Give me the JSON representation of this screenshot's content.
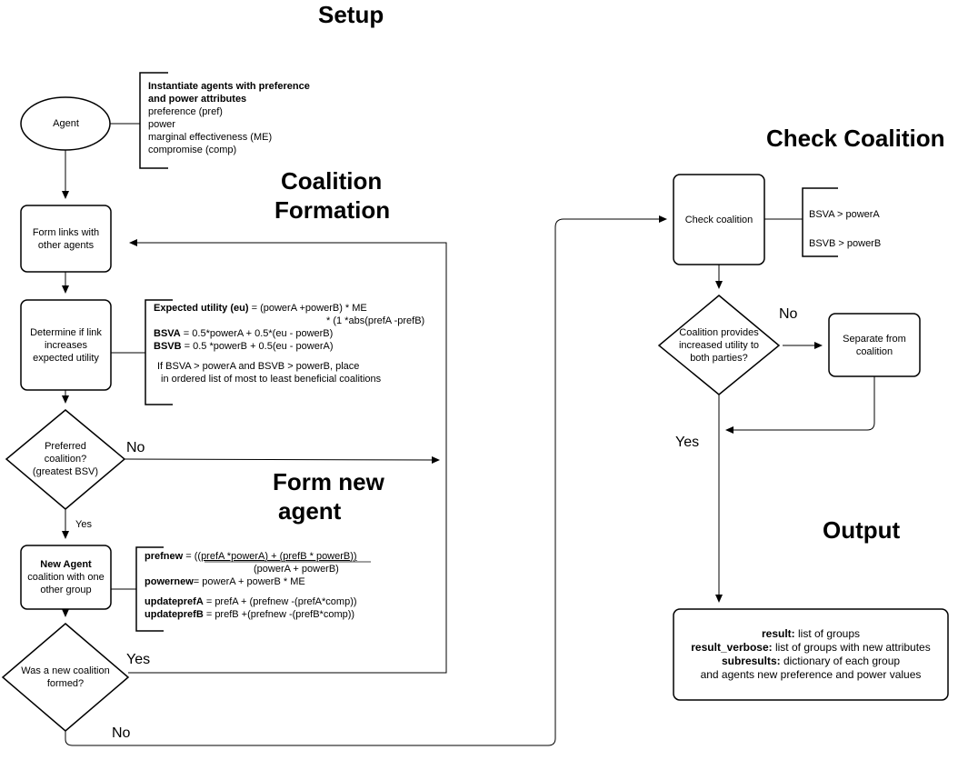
{
  "headings": {
    "setup": "Setup",
    "coalition_formation_1": "Coalition",
    "coalition_formation_2": "Formation",
    "form_new_agent_1": "Form new",
    "form_new_agent_2": "agent",
    "check_coalition": "Check Coalition",
    "output": "Output"
  },
  "nodes": {
    "agent": "Agent",
    "form_links_1": "Form links with",
    "form_links_2": "other agents",
    "determine_1": "Determine if link",
    "determine_2": "increases",
    "determine_3": "expected utility",
    "preferred_1": "Preferred",
    "preferred_2": "coalition?",
    "preferred_3": "(greatest BSV)",
    "new_agent_title": "New Agent",
    "new_agent_1": "coalition with one",
    "new_agent_2": "other group",
    "new_coalition_1": "Was a new coalition",
    "new_coalition_2": "formed?",
    "check_coalition": "Check coalition",
    "increased_utility_1": "Coalition provides",
    "increased_utility_2": "increased utility to",
    "increased_utility_3": "both parties?",
    "separate_1": "Separate from",
    "separate_2": "coalition"
  },
  "edge_labels": {
    "no_preferred": "No",
    "yes_preferred": "Yes",
    "yes_new_coalition": "Yes",
    "no_new_coalition": "No",
    "no_utility": "No",
    "yes_utility": "Yes"
  },
  "setup_note": {
    "title_1": "Instantiate agents with preference",
    "title_2": "and power attributes",
    "items": [
      "preference (pref)",
      "power",
      "marginal effectiveness (ME)",
      "compromise (comp)"
    ]
  },
  "utility_note": {
    "eu_label": "Expected utility (eu)",
    "eu_expr": " = (powerA +powerB) * ME",
    "eu_expr_2": "* (1 *abs(prefA -prefB)",
    "bsva_label": "BSVA",
    "bsva_expr": " = 0.5*powerA + 0.5*(eu - powerB)",
    "bsvb_label": "BSVB",
    "bsvb_expr": " = 0.5 *powerB + 0.5(eu - powerA)",
    "rule_1": "If BSVA > powerA and BSVB > powerB, place",
    "rule_2": "in ordered list of most to least beneficial coalitions"
  },
  "newagent_note": {
    "prefnew_label": "prefnew",
    "prefnew_eq": " = ((",
    "prefnew_num_a": "prefA *powerA",
    "prefnew_mid": ") + (",
    "prefnew_num_b": "prefB * powerB",
    "prefnew_end": "))",
    "prefnew_den": "(powerA + powerB)",
    "powernew_label": "powernew",
    "powernew_expr": "= powerA + powerB * ME",
    "updateA_label": "updateprefA",
    "updateA_expr": " = prefA + (prefnew -(prefA*comp))",
    "updateB_label": "updateprefB",
    "updateB_expr": " = prefB +(prefnew -(prefB*comp))"
  },
  "check_note": {
    "line_1": "BSVA > powerA",
    "line_2": "BSVB > powerB"
  },
  "output_box": {
    "result_label": "result:",
    "result_text": " list of groups",
    "result_verbose_label": "result_verbose:",
    "result_verbose_text": " list of groups with new attributes",
    "subresults_label": "subresults:",
    "subresults_text": " dictionary of each group",
    "subresults_text_2": "and agents new preference and power values"
  }
}
